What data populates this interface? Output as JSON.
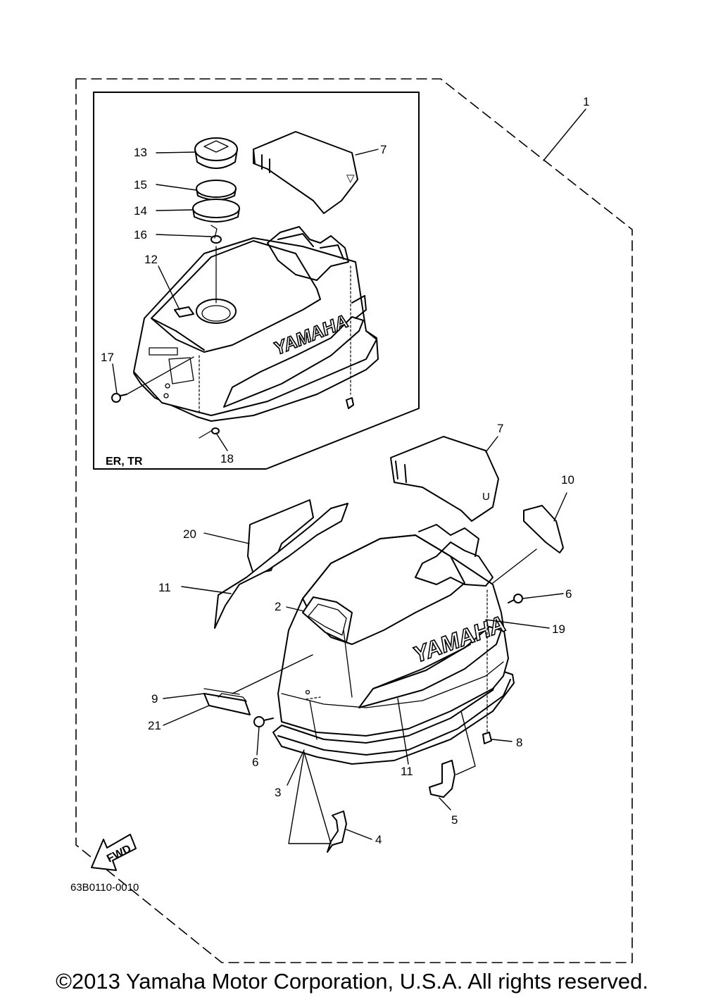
{
  "diagram": {
    "inset_label": "ER, TR",
    "drawing_code": "63B0110-0010",
    "fwd_label": "FWD",
    "logo_text": "YAMAHA",
    "callouts": {
      "c1": "1",
      "c2": "2",
      "c3": "3",
      "c4": "4",
      "c5": "5",
      "c6a": "6",
      "c6b": "6",
      "c7a": "7",
      "c7b": "7",
      "c8": "8",
      "c9": "9",
      "c10": "10",
      "c11a": "11",
      "c11b": "11",
      "c12": "12",
      "c13": "13",
      "c14": "14",
      "c15": "15",
      "c16": "16",
      "c17": "17",
      "c18": "18",
      "c19": "19",
      "c20": "20",
      "c21": "21"
    }
  },
  "footer": {
    "copyright": "©2013 Yamaha Motor Corporation, U.S.A. All rights reserved."
  }
}
